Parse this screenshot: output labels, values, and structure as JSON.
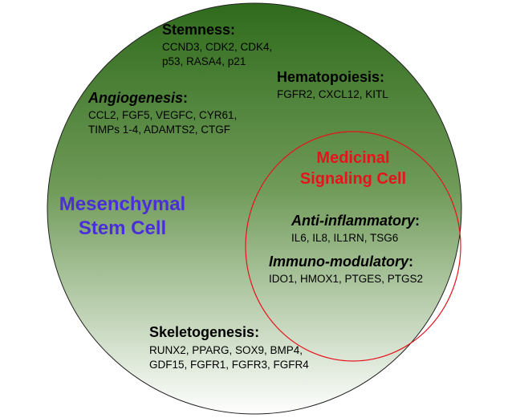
{
  "colors": {
    "circle_top": "#2f6b1c",
    "circle_mid": "#6f9a58",
    "circle_bottom": "#ffffff",
    "msc_text": "#4a2fd8",
    "msc_inner_text": "#e8121d",
    "msc_inner_ring": "#e8121d",
    "circle_outline": "#222222"
  },
  "outer_circle": {
    "title_line1": "Mesenchymal",
    "title_line2": "Stem Cell"
  },
  "inner_circle": {
    "title_line1": "Medicinal",
    "title_line2": "Signaling Cell"
  },
  "groups": {
    "stemness": {
      "heading": "Stemness",
      "suffix": ":",
      "genes_line1": "CCND3, CDK2, CDK4,",
      "genes_line2": "p53, RASA4, p21"
    },
    "hematopoiesis": {
      "heading": "Hematopoiesis",
      "suffix": ":",
      "genes_line1": "FGFR2, CXCL12, KITL"
    },
    "angiogenesis": {
      "heading": "Angiogenesis",
      "suffix": ":",
      "genes_line1": "CCL2, FGF5, VEGFC, CYR61,",
      "genes_line2": "TIMPs 1-4, ADAMTS2, CTGF"
    },
    "anti_inflammatory": {
      "heading": "Anti-inflammatory",
      "suffix": ":",
      "genes_line1": "IL6, IL8, IL1RN, TSG6"
    },
    "immuno_modulatory": {
      "heading": "Immuno-modulatory",
      "suffix": ":",
      "genes_line1": "IDO1, HMOX1, PTGES, PTGS2"
    },
    "skeletogenesis": {
      "heading": "Skeletogenesis",
      "suffix": ":",
      "genes_line1": "RUNX2, PPARG, SOX9, BMP4,",
      "genes_line2": "GDF15, FGFR1, FGFR3, FGFR4"
    }
  }
}
